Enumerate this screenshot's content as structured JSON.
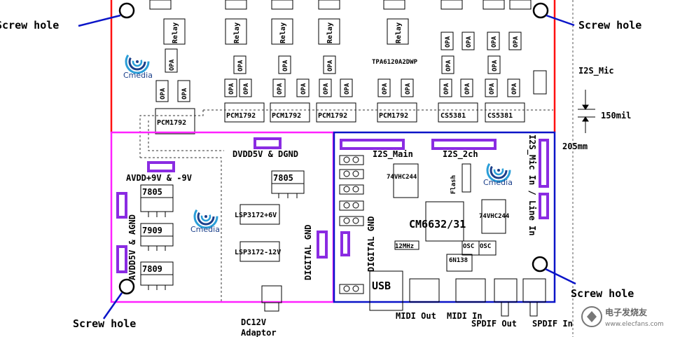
{
  "colors": {
    "top_border": "#ff1010",
    "left_section": "#ff22ff",
    "right_section": "#0a14c8",
    "connector": "#8a2be2",
    "leader_line": "#0a14c8",
    "logo": "#1b3f8a",
    "logo_swirl": "#2a9ed8"
  },
  "screw_hole_label": "Screw hole",
  "top_section": {
    "relay_label": "Relay",
    "opa_label": "OPA",
    "amp_label": "TPA6120A2DWP",
    "adc_label": "CS5381",
    "dac_label": "PCM1792",
    "i2s_mic_label": "I2S_Mic"
  },
  "dimensions": {
    "gap": "150mil",
    "edge": "205mm"
  },
  "left_section": {
    "dvdd_connector_label": "DVDD5V & DGND",
    "avdd_connector_label": "AVDD+9V & -9V",
    "avdd5v_label": "AVDD5V & AGND",
    "digital_gnd_label": "DIGITAL GND",
    "regulators": [
      "7805",
      "7909",
      "7809"
    ],
    "regulator_mid": "7805",
    "lsp_plus": "LSP3172+6V",
    "lsp_minus": "LSP3172-12V",
    "dc_label_line1": "DC12V",
    "dc_label_line2": "Adaptor"
  },
  "right_section": {
    "i2s_main_label": "I2S_Main",
    "i2s_2ch_label": "I2S_2ch",
    "i2s_in_label": "I2S_Mic In / Line In",
    "buffer_label": "74VHC244",
    "flash_label": "Flash",
    "main_chip_label": "CM6632/31",
    "crystal_label": "12MHz",
    "osc_label": "OSC",
    "inverter_label": "6N138",
    "digital_gnd_label": "DIGITAL GND",
    "usb_label": "USB",
    "midi_out_label": "MIDI Out",
    "midi_in_label": "MIDI In",
    "spdif_out_label": "SPDIF Out",
    "spdif_in_label": "SPDIF In"
  },
  "logo_text": "Cmedia",
  "watermark": {
    "title": "电子发烧友",
    "url": "www.elecfans.com"
  }
}
